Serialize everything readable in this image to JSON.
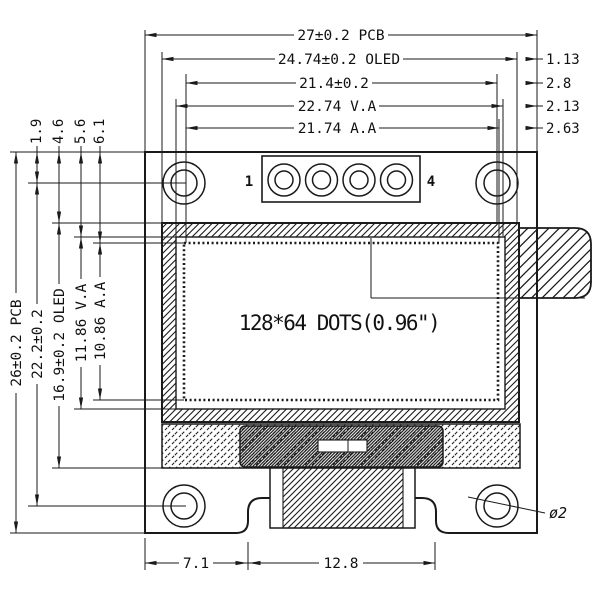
{
  "drawing": {
    "type": "OLED display module mechanical drawing",
    "ink": "#1a1a1a",
    "background": "#ffffff"
  },
  "labels": {
    "dim_pcb_w": "27±0.2 PCB",
    "dim_oled_w": "24.74±0.2 OLED",
    "dim_holes_w": "21.4±0.2",
    "dim_va_w": "22.74 V.A",
    "dim_aa_w": "21.74 A.A",
    "dim_r1": "1.13",
    "dim_r2": "2.8",
    "dim_r3": "2.13",
    "dim_r4": "2.63",
    "dim_l1": "1.9",
    "dim_l2": "4.6",
    "dim_l3": "5.6",
    "dim_l4": "6.1",
    "dim_pcb_h": "26±0.2 PCB",
    "dim_holes_h": "22.2±0.2",
    "dim_oled_h": "16.9±0.2 OLED",
    "dim_va_h": "11.86 V.A",
    "dim_aa_h": "10.86 A.A",
    "dim_tab1": "7.1",
    "dim_tab2": "12.8",
    "hole_dia": "ø2",
    "display_text": "128*64 DOTS(0.96\")",
    "pin_first": "1",
    "pin_last": "4"
  }
}
